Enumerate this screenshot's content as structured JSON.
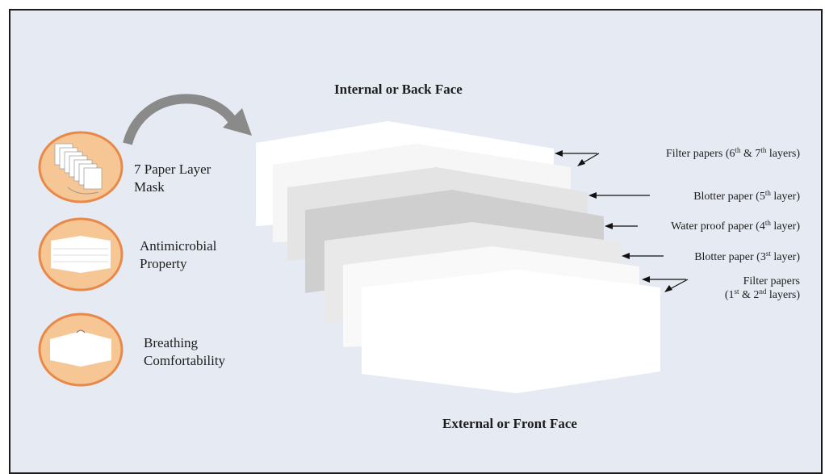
{
  "diagram": {
    "title_top": "Internal or Back Face",
    "title_bottom": "External or Front Face",
    "features": [
      {
        "line1": "7 Paper Layer",
        "line2": "Mask",
        "icon": "stacked-papers-icon"
      },
      {
        "line1": "Antimicrobial",
        "line2": "Property",
        "icon": "folded-mask-icon"
      },
      {
        "line1": "Breathing",
        "line2": "Comfortability",
        "icon": "mask-icon"
      }
    ],
    "layers": [
      {
        "parts": [
          "Filter papers (6",
          "th",
          " & 7",
          "th",
          " layers)"
        ]
      },
      {
        "parts": [
          "Blotter paper (5",
          "th",
          " layer)"
        ]
      },
      {
        "parts": [
          "Water proof paper (4",
          "th",
          " layer)"
        ]
      },
      {
        "parts": [
          "Blotter paper (3",
          "st",
          " layer)"
        ]
      },
      {
        "line1": "Filter papers",
        "parts": [
          "(1",
          "st",
          " & 2",
          "nd",
          " layers)"
        ]
      }
    ],
    "colors": {
      "background": "#e6ebf3",
      "icon_fill": "#f6c795",
      "icon_border": "#e8894a",
      "arrow": "#8a8a8a",
      "layer_colors": [
        "#ffffff",
        "#f6f6f6",
        "#e4e4e4",
        "#cfcfcf",
        "#e9e9e9",
        "#f9f9f9",
        "#ffffff"
      ]
    }
  }
}
